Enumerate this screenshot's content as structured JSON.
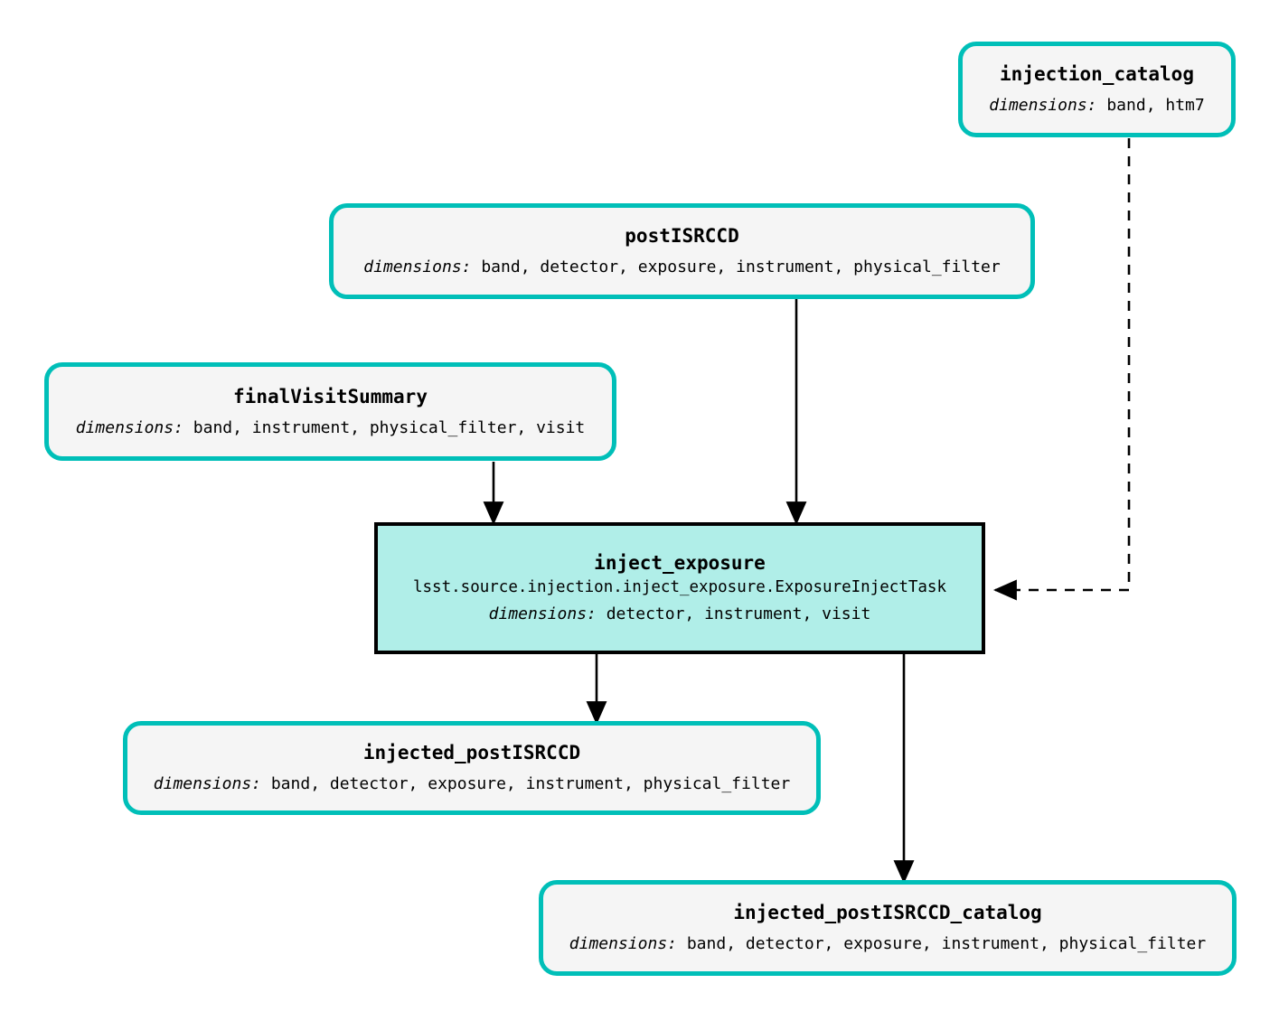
{
  "diagram": {
    "type": "pipeline-dag",
    "nodes": [
      {
        "id": "injection_catalog",
        "kind": "dataset",
        "title": "injection_catalog",
        "dims_label": "dimensions:",
        "dims_values": "band, htm7"
      },
      {
        "id": "postISRCCD",
        "kind": "dataset",
        "title": "postISRCCD",
        "dims_label": "dimensions:",
        "dims_values": "band, detector, exposure, instrument, physical_filter"
      },
      {
        "id": "finalVisitSummary",
        "kind": "dataset",
        "title": "finalVisitSummary",
        "dims_label": "dimensions:",
        "dims_values": "band, instrument, physical_filter, visit"
      },
      {
        "id": "inject_exposure",
        "kind": "task",
        "title": "inject_exposure",
        "class_path": "lsst.source.injection.inject_exposure.ExposureInjectTask",
        "dims_label": "dimensions:",
        "dims_values": "detector, instrument, visit"
      },
      {
        "id": "injected_postISRCCD",
        "kind": "dataset",
        "title": "injected_postISRCCD",
        "dims_label": "dimensions:",
        "dims_values": "band, detector, exposure, instrument, physical_filter"
      },
      {
        "id": "injected_postISRCCD_catalog",
        "kind": "dataset",
        "title": "injected_postISRCCD_catalog",
        "dims_label": "dimensions:",
        "dims_values": "band, detector, exposure, instrument, physical_filter"
      }
    ],
    "edges": [
      {
        "from": "postISRCCD",
        "to": "inject_exposure",
        "style": "solid"
      },
      {
        "from": "finalVisitSummary",
        "to": "inject_exposure",
        "style": "solid"
      },
      {
        "from": "injection_catalog",
        "to": "inject_exposure",
        "style": "dashed"
      },
      {
        "from": "inject_exposure",
        "to": "injected_postISRCCD",
        "style": "solid"
      },
      {
        "from": "inject_exposure",
        "to": "injected_postISRCCD_catalog",
        "style": "solid"
      }
    ],
    "colors": {
      "dataset_border": "#00bfb8",
      "dataset_fill": "#f5f5f5",
      "task_border": "#000000",
      "task_fill": "#b0eee8",
      "edge": "#000000",
      "background": "#ffffff"
    }
  }
}
